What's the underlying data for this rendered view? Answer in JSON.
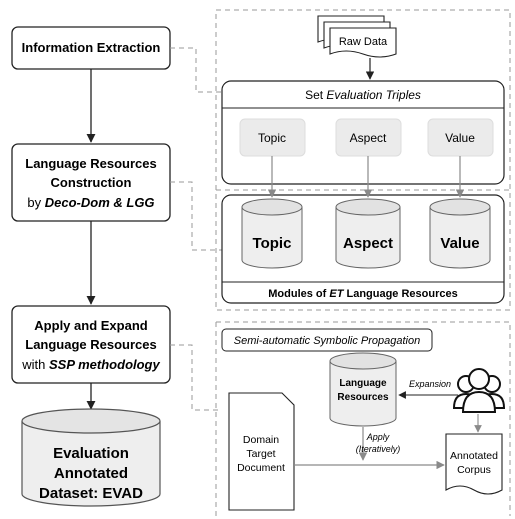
{
  "left_steps": {
    "step1": {
      "label": "Information Extraction"
    },
    "step2": {
      "line1": "Language Resources",
      "line2": "Construction",
      "line3_prefix": "by ",
      "line3_emph": "Deco-Dom & LGG"
    },
    "step3": {
      "line1": "Apply and Expand",
      "line2": "Language Resources",
      "line3_prefix": "with ",
      "line3_emph": "SSP methodology"
    },
    "output": {
      "line1": "Evaluation",
      "line2": "Annotated",
      "line3": "Dataset: EVAD"
    }
  },
  "panel_top": {
    "raw_data": "Raw Data",
    "triples_title_prefix": "Set ",
    "triples_title_emph": "Evaluation Triples",
    "triples": [
      "Topic",
      "Aspect",
      "Value"
    ]
  },
  "panel_mid": {
    "modules": [
      "Topic",
      "Aspect",
      "Value"
    ],
    "caption_prefix": "Modules of ",
    "caption_emph": "ET",
    "caption_suffix": " Language Resources"
  },
  "panel_bottom": {
    "title": "Semi-automatic Symbolic Propagation",
    "lr_line1": "Language",
    "lr_line2": "Resources",
    "expansion": "Expansion",
    "doc_line1": "Domain",
    "doc_line2": "Target",
    "doc_line3": "Document",
    "apply_line1": "Apply",
    "apply_line2": "(Iteratively)",
    "annotated_line1": "Annotated",
    "annotated_line2": "Corpus"
  },
  "colors": {
    "box_fill": "#ffffff",
    "shape_fill": "#eeeeee",
    "stroke": "#222222",
    "arrow_gray": "#8a8a8a",
    "dash": "#9a9a9a"
  }
}
